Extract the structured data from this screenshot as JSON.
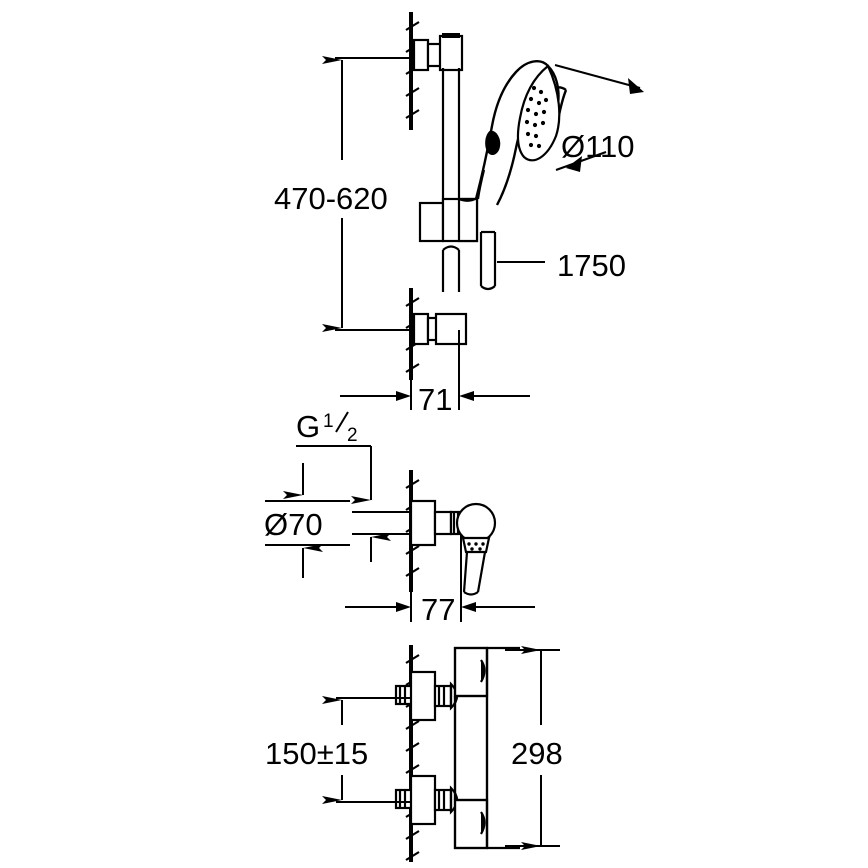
{
  "drawing": {
    "title": "Shower system technical dimension drawing",
    "line_color": "#000000",
    "background_color": "#ffffff",
    "units": "mm"
  },
  "dimensions": {
    "rail_height_range": "470-620",
    "head_diameter": "Ø110",
    "hose_length": "1750",
    "rail_wall_offset": "71",
    "thread_label_letter": "G",
    "thread_label_numerator": "1",
    "thread_label_denominator": "2",
    "flange_diameter": "Ø70",
    "union_wall_offset": "77",
    "inlet_spacing": "150±15",
    "mixer_width": "298"
  },
  "sections": [
    {
      "name": "shower-rail-assembly",
      "labels": [
        "470-620",
        "Ø110",
        "1750",
        "71"
      ]
    },
    {
      "name": "wall-union-assembly",
      "labels": [
        "G 1/2",
        "Ø70",
        "77"
      ]
    },
    {
      "name": "thermostatic-mixer-assembly",
      "labels": [
        "150±15",
        "298"
      ]
    }
  ]
}
